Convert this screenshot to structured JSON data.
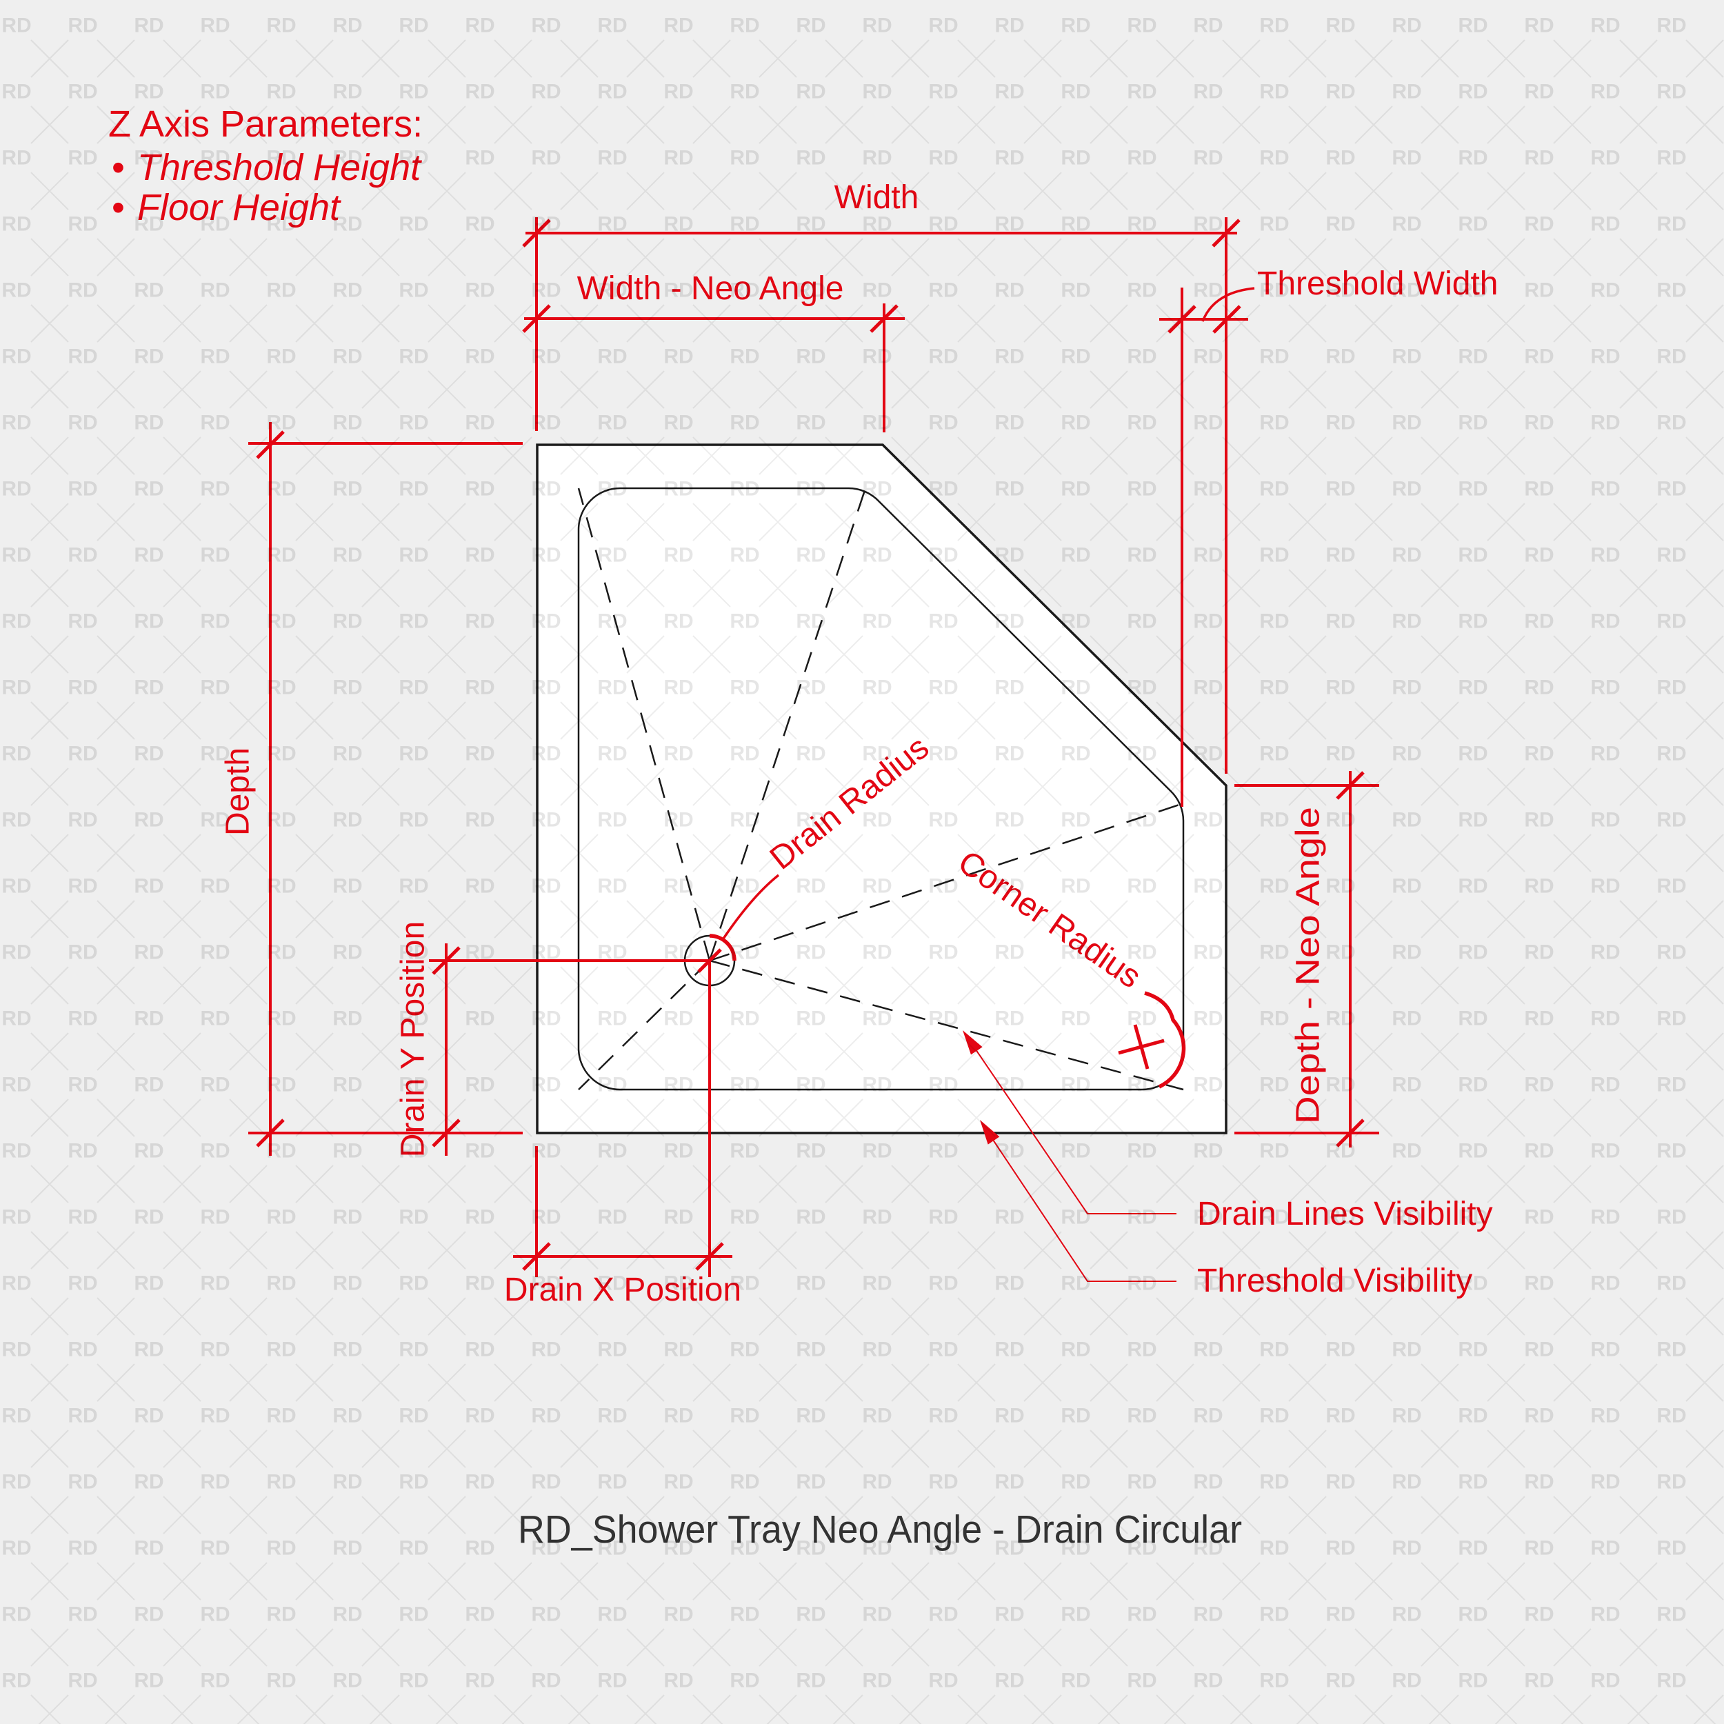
{
  "title": {
    "text": "RD_Shower Tray Neo Angle - Drain Circular"
  },
  "notes": {
    "header": "Z Axis Parameters:",
    "bullet": "•",
    "items": [
      "Threshold Height",
      "Floor Height"
    ]
  },
  "dims": {
    "width": "Width",
    "width_neo_angle": "Width - Neo Angle",
    "threshold_width": "Threshold Width",
    "depth": "Depth",
    "drain_y_position": "Drain Y Position",
    "drain_x_position": "Drain X Position",
    "depth_neo_angle": "Depth - Neo Angle"
  },
  "annotations": {
    "drain_radius": "Drain Radius",
    "corner_radius": "Corner Radius",
    "drain_lines_visibility": "Drain Lines Visibility",
    "threshold_visibility": "Threshold Visibility"
  },
  "watermark": {
    "text": "RD"
  },
  "colors": {
    "annotation_red": "#e30613",
    "line_black": "#1a1a1a",
    "background": "#efefef",
    "tray_fill": "#ffffff",
    "title_text": "#333333",
    "watermark_gray": "#d7d7d7"
  }
}
